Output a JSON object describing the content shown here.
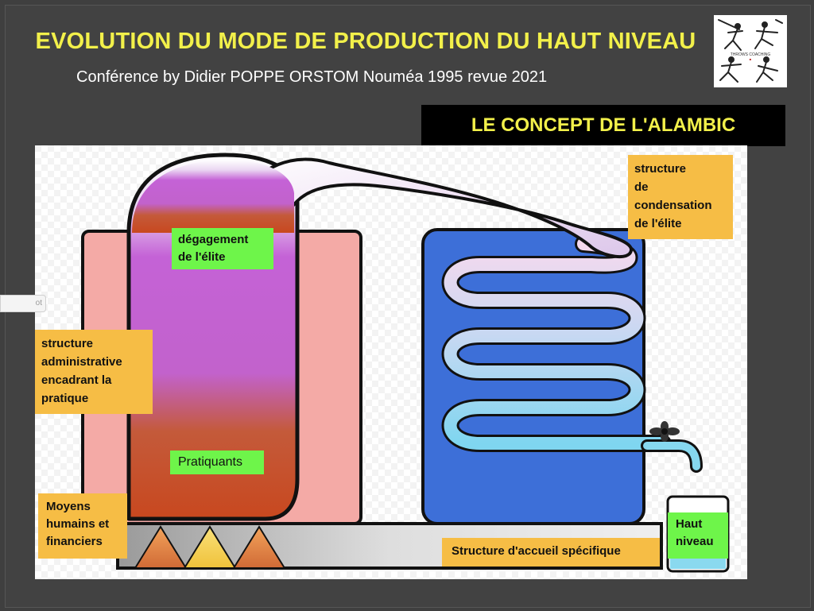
{
  "header": {
    "title": "EVOLUTION DU MODE DE PRODUCTION DU HAUT NIVEAU",
    "subtitle": "Conférence by Didier POPPE  ORSTOM Nouméa 1995 revue 2021",
    "logo_text": "THROWS COACHING"
  },
  "concept_banner": "LE CONCEPT DE L'ALAMBIC",
  "side_tab": "ot",
  "labels": {
    "degagement": [
      "dégagement",
      "de l'élite"
    ],
    "condensation": [
      "structure",
      "de",
      "condensation",
      "de l'élite"
    ],
    "administrative": [
      "structure",
      "administrative",
      "encadrant la",
      "pratique"
    ],
    "pratiquants": "Pratiquants",
    "moyens": [
      "Moyens",
      "humains et",
      "financiers"
    ],
    "accueil": "Structure d'accueil spécifique",
    "haut_niveau": [
      "Haut",
      "niveau"
    ]
  },
  "colors": {
    "title": "#f2f04a",
    "label_orange": "#f6bd45",
    "label_green": "#6ef54a",
    "frame": "#fbd2cf",
    "tank": "#3d6fd8",
    "flame_orange": "#e07a3a",
    "flame_yellow": "#f4cf3a"
  },
  "icons": [
    "logo-throwing-figures",
    "tap-handle-icon"
  ]
}
